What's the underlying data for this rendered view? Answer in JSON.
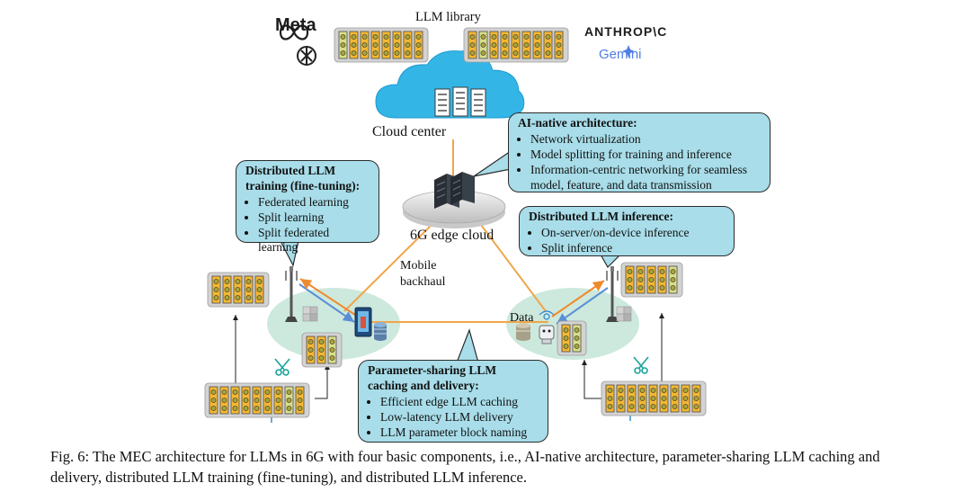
{
  "library_label": "LLM library",
  "brands": {
    "meta": "Meta",
    "anthropic": "ANTHROP\\C",
    "gemini": "Gemini"
  },
  "cloud_center_label": "Cloud center",
  "edge_cloud_label": "6G edge cloud",
  "mobile_backhaul_label": [
    "Mobile",
    "backhaul"
  ],
  "data_label": "Data",
  "callouts": {
    "ai_native": {
      "title": "AI-native architecture:",
      "items": [
        "Network virtualization",
        "Model splitting for training and inference",
        "Information-centric networking for seamless",
        "model, feature, and data transmission"
      ]
    },
    "training": {
      "title": [
        "Distributed LLM",
        "training (fine-tuning):"
      ],
      "items": [
        "Federated learning",
        "Split learning",
        "Split federated learning"
      ]
    },
    "inference": {
      "title": "Distributed LLM inference:",
      "items": [
        "On-server/on-device inference",
        "Split inference"
      ]
    },
    "caching": {
      "title": [
        "Parameter-sharing LLM",
        "caching and delivery:"
      ],
      "items": [
        "Efficient edge LLM caching",
        "Low-latency LLM delivery",
        "LLM parameter block naming"
      ]
    }
  },
  "caption": "Fig. 6: The MEC architecture for LLMs in 6G with four basic components, i.e., AI-native architecture, parameter-sharing LLM caching and delivery, distributed LLM training (fine-tuning), and distributed LLM inference.",
  "colors": {
    "callout_fill": "#a8dde9",
    "cloud_blue": "#33b5e5",
    "link_orange": "#f0a64a",
    "ellipse_green": "#cde9dd",
    "block_gold": "#f5b731",
    "block_green": "#d8de8a"
  }
}
